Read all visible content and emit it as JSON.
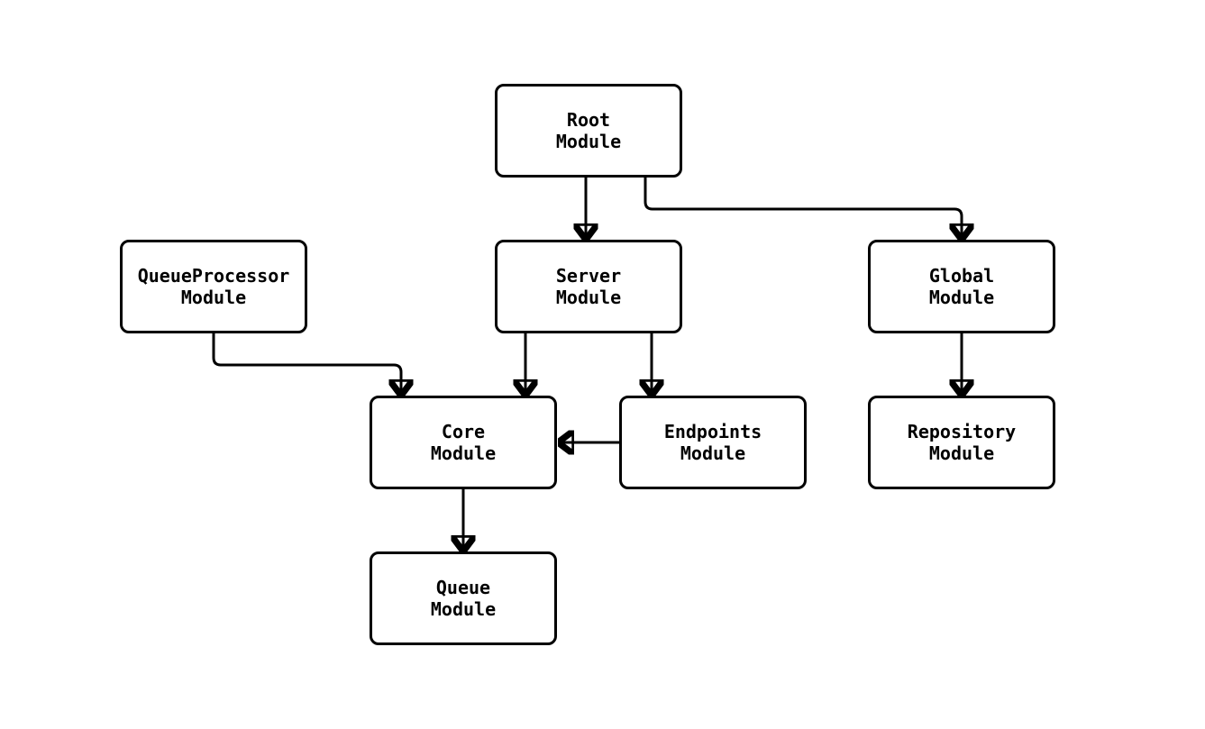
{
  "diagram": {
    "type": "module-dependency-flowchart",
    "nodes": {
      "root": {
        "line1": "Root",
        "line2": "Module"
      },
      "queueprocessor": {
        "line1": "QueueProcessor",
        "line2": "Module"
      },
      "server": {
        "line1": "Server",
        "line2": "Module"
      },
      "global": {
        "line1": "Global",
        "line2": "Module"
      },
      "core": {
        "line1": "Core",
        "line2": "Module"
      },
      "endpoints": {
        "line1": "Endpoints",
        "line2": "Module"
      },
      "repository": {
        "line1": "Repository",
        "line2": "Module"
      },
      "queue": {
        "line1": "Queue",
        "line2": "Module"
      }
    },
    "edges": [
      {
        "from": "Root Module",
        "to": "Server Module"
      },
      {
        "from": "Root Module",
        "to": "Global Module"
      },
      {
        "from": "QueueProcessor Module",
        "to": "Core Module"
      },
      {
        "from": "Server Module",
        "to": "Core Module"
      },
      {
        "from": "Server Module",
        "to": "Endpoints Module"
      },
      {
        "from": "Endpoints Module",
        "to": "Core Module"
      },
      {
        "from": "Global Module",
        "to": "Repository Module"
      },
      {
        "from": "Core Module",
        "to": "Queue Module"
      }
    ],
    "colors": {
      "background": "#ffffff",
      "node_fill": "#ffffff",
      "node_border": "#000000",
      "arrow": "#000000",
      "text": "#000000"
    }
  }
}
